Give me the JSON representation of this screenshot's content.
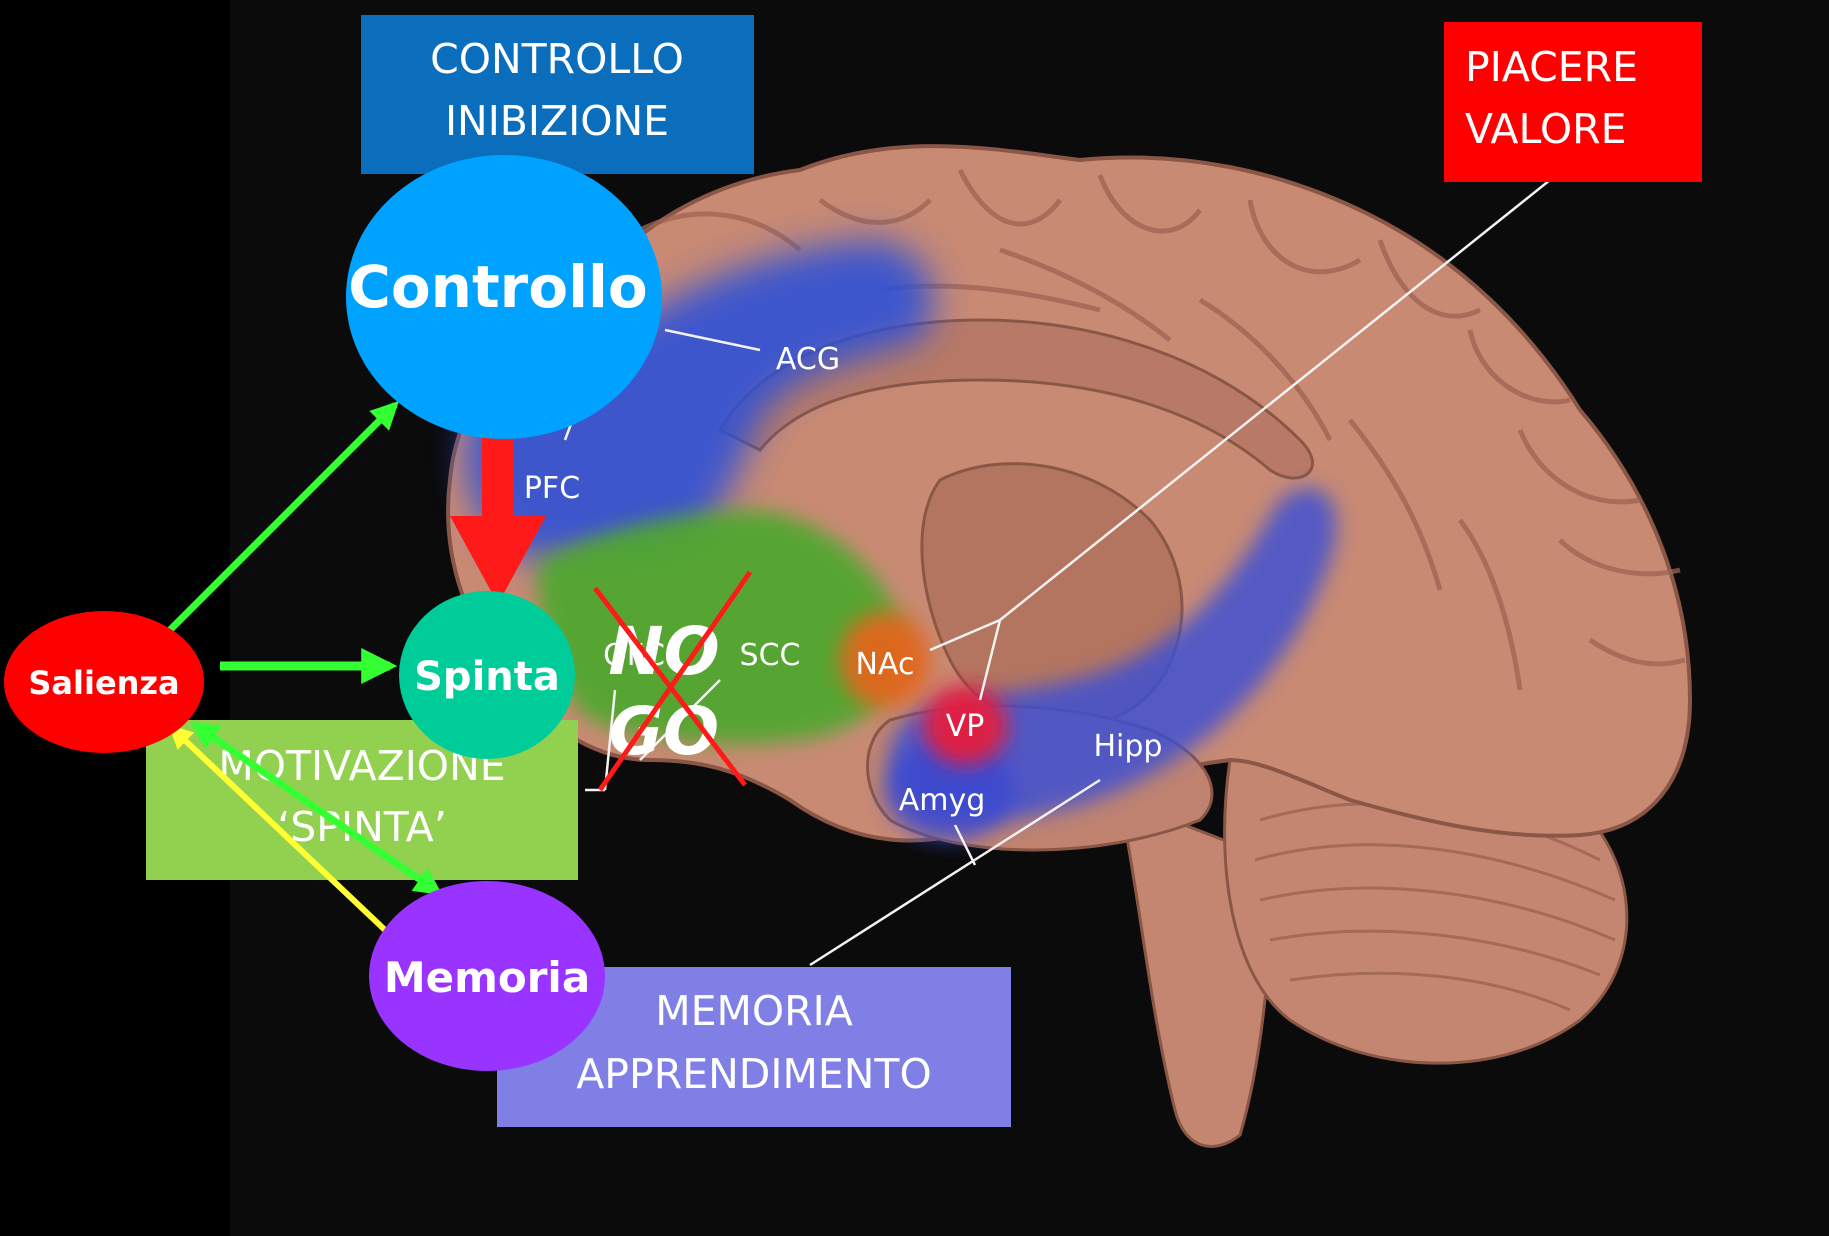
{
  "boxes": {
    "controllo_title": "CONTROLLO",
    "controllo_sub": "INIBIZIONE",
    "piacere_title": "PIACERE",
    "piacere_sub": "VALORE",
    "motivazione_title": "MOTIVAZIONE",
    "motivazione_sub": "‘SPINTA’",
    "memoria_title": "MEMORIA",
    "memoria_sub": "APPRENDIMENTO"
  },
  "nodes": {
    "controllo": "Controllo",
    "spinta": "Spinta",
    "salienza": "Salienza",
    "memoria": "Memoria"
  },
  "regions": {
    "acg": "ACG",
    "pfc": "PFC",
    "ofc": "OFC",
    "scc": "SCC",
    "nac": "NAc",
    "vp": "VP",
    "amyg": "Amyg",
    "hipp": "Hipp"
  },
  "nogo": {
    "no": "NO",
    "go": "GO"
  },
  "colors": {
    "background": "#000000",
    "brain": "#c98a74",
    "controllo_box": "#0a6ebd",
    "piacere_box": "#ff0000",
    "motivazione_box": "#92d050",
    "memoria_box": "#7f7fe6",
    "controllo_node": "#00a2ff",
    "spinta_node": "#00cc99",
    "salienza_node": "#ff0000",
    "memoria_node": "#9933ff",
    "arrow_green": "#33ff33",
    "arrow_yellow": "#ffff33",
    "arrow_red": "#ff1a1a"
  }
}
